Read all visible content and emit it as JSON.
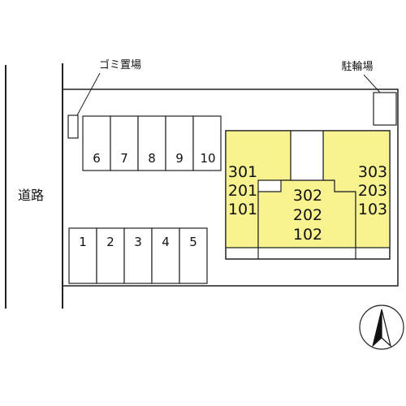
{
  "labels": {
    "road": "道路",
    "garbage": "ゴミ置場",
    "bicycle": "駐輪場"
  },
  "parking_top": [
    "6",
    "7",
    "8",
    "9",
    "10"
  ],
  "parking_bottom": [
    "1",
    "2",
    "3",
    "4",
    "5"
  ],
  "units": {
    "left": [
      "301",
      "201",
      "101"
    ],
    "center": [
      "302",
      "202",
      "102"
    ],
    "right": [
      "303",
      "203",
      "103"
    ]
  },
  "colors": {
    "building_fill": "#f8f38e",
    "line": "#222222"
  },
  "compass": {
    "icon": "north-arrow-icon"
  }
}
